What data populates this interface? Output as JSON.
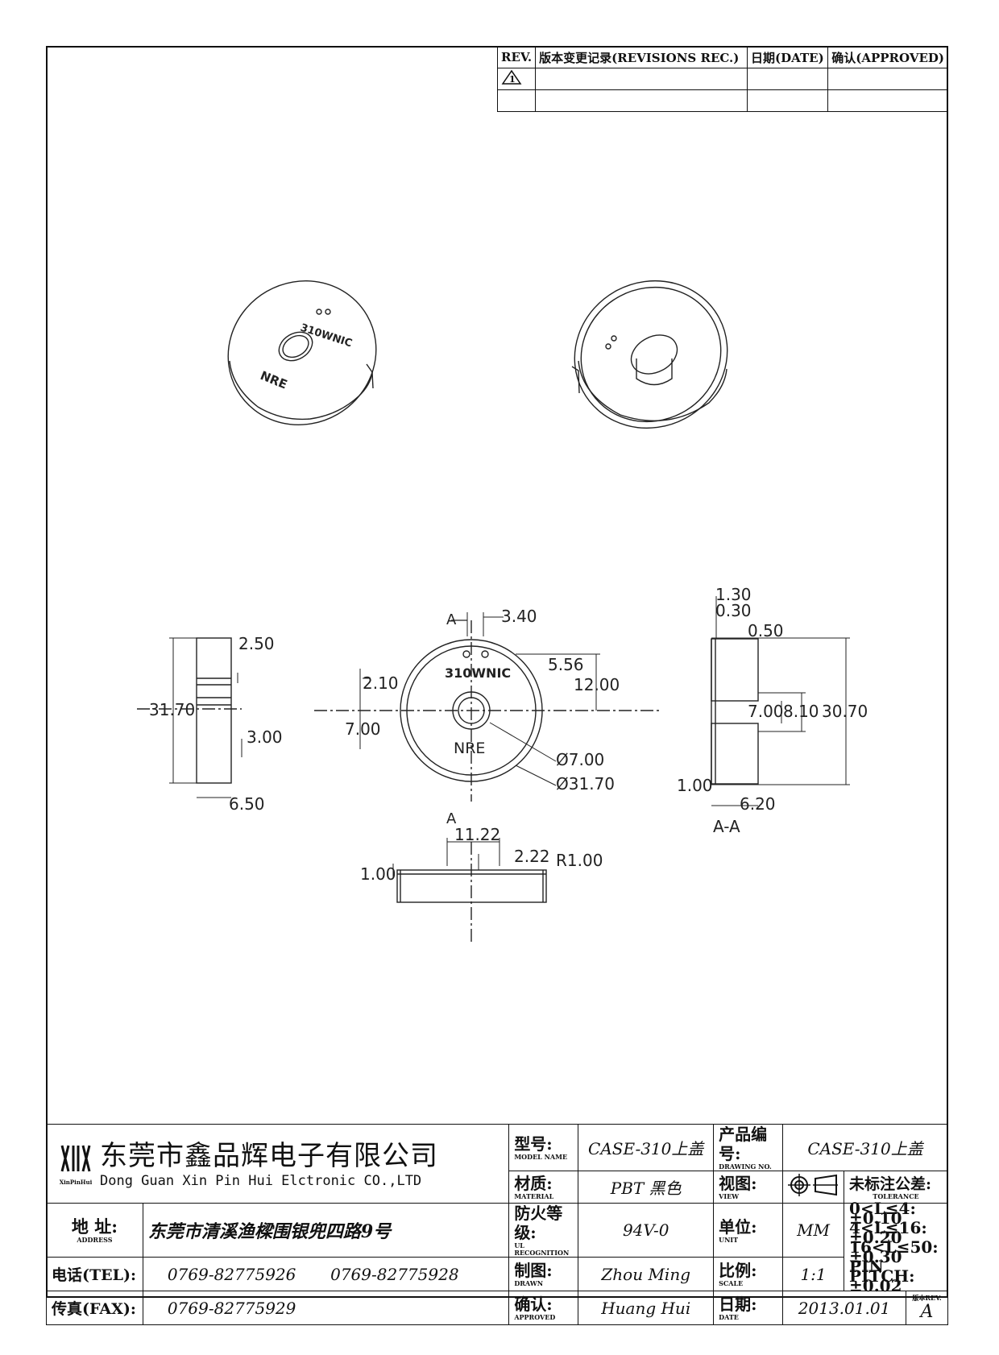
{
  "revisions": {
    "headers": [
      "REV.",
      "版本变更记录(REVISIONS REC.)",
      "日期(DATE)",
      "确认(APPROVED)"
    ],
    "rows": [
      [
        "1",
        "",
        "",
        ""
      ],
      [
        "",
        "",
        "",
        ""
      ]
    ]
  },
  "views": {
    "iso_top": {
      "marking_top": "310WNIC",
      "marking_bottom": "NRE"
    },
    "side": {
      "dim_height": "31.70",
      "dim_tab": "2.50",
      "dim_slot": "3.00",
      "dim_width": "6.50"
    },
    "front": {
      "marking_top": "310WNIC",
      "marking_bottom": "NRE",
      "section_mark": "A",
      "dim_340": "3.40",
      "dim_556": "5.56",
      "dim_1200": "12.00",
      "dim_210": "2.10",
      "dim_700": "7.00",
      "dim_dia7": "Ø7.00",
      "dim_dia3170": "Ø31.70"
    },
    "section": {
      "label": "A-A",
      "dim_130": "1.30",
      "dim_030": "0.30",
      "dim_050": "0.50",
      "dim_700": "7.00",
      "dim_810": "8.10",
      "dim_3070": "30.70",
      "dim_100": "1.00",
      "dim_620": "6.20"
    },
    "bottom": {
      "dim_1122": "11.22",
      "dim_222": "2.22",
      "dim_r100": "R1.00",
      "dim_100": "1.00"
    }
  },
  "title_block": {
    "company_cn": "东莞市鑫品辉电子有限公司",
    "company_en": "Dong Guan Xin Pin Hui Elctronic CO.,LTD",
    "logo_text": "XinPinHui",
    "address_label": "地  址:",
    "address_sub": "ADDRESS",
    "address": "东莞市清溪渔樑围银兜四路9号",
    "tel_label": "电话(TEL):",
    "tel1": "0769-82775926",
    "tel2": "0769-82775928",
    "fax_label": "传真(FAX):",
    "fax": "0769-82775929",
    "model_label": "型号:",
    "model_sub": "MODEL NAME",
    "model": "CASE-310上盖",
    "material_label": "材质:",
    "material_sub": "MATERIAL",
    "material": "PBT 黑色",
    "fire_label": "防火等级:",
    "fire_sub": "UL RECOGNITION",
    "fire": "94V-0",
    "drawn_label": "制图:",
    "drawn_sub": "DRAWN",
    "drawn": "Zhou Ming",
    "approved_label": "确认:",
    "approved_sub": "APPROVED",
    "approved": "Huang Hui",
    "drawing_no_label": "产品编号:",
    "drawing_no_sub": "DRAWING NO.",
    "drawing_no": "CASE-310上盖",
    "view_label": "视图:",
    "view_sub": "VIEW",
    "unit_label": "单位:",
    "unit_sub": "UNIT",
    "unit": "MM",
    "scale_label": "比例:",
    "scale_sub": "SCALE",
    "scale": "1:1",
    "date_label": "日期:",
    "date_sub": "DATE",
    "date": "2013.01.01",
    "tolerance_label": "未标注公差:",
    "tolerance_sub": "TOLERANCE",
    "tolerances": [
      {
        "range": "0<L≤4:",
        "value": "±0.10"
      },
      {
        "range": "4<L≤16:",
        "value": "±0.20"
      },
      {
        "range": "16<L≤50:",
        "value": "±0.30"
      },
      {
        "range": "PIN PITCH:",
        "value": "±0.02"
      }
    ],
    "version_label": "版本REV.",
    "version": "A"
  }
}
